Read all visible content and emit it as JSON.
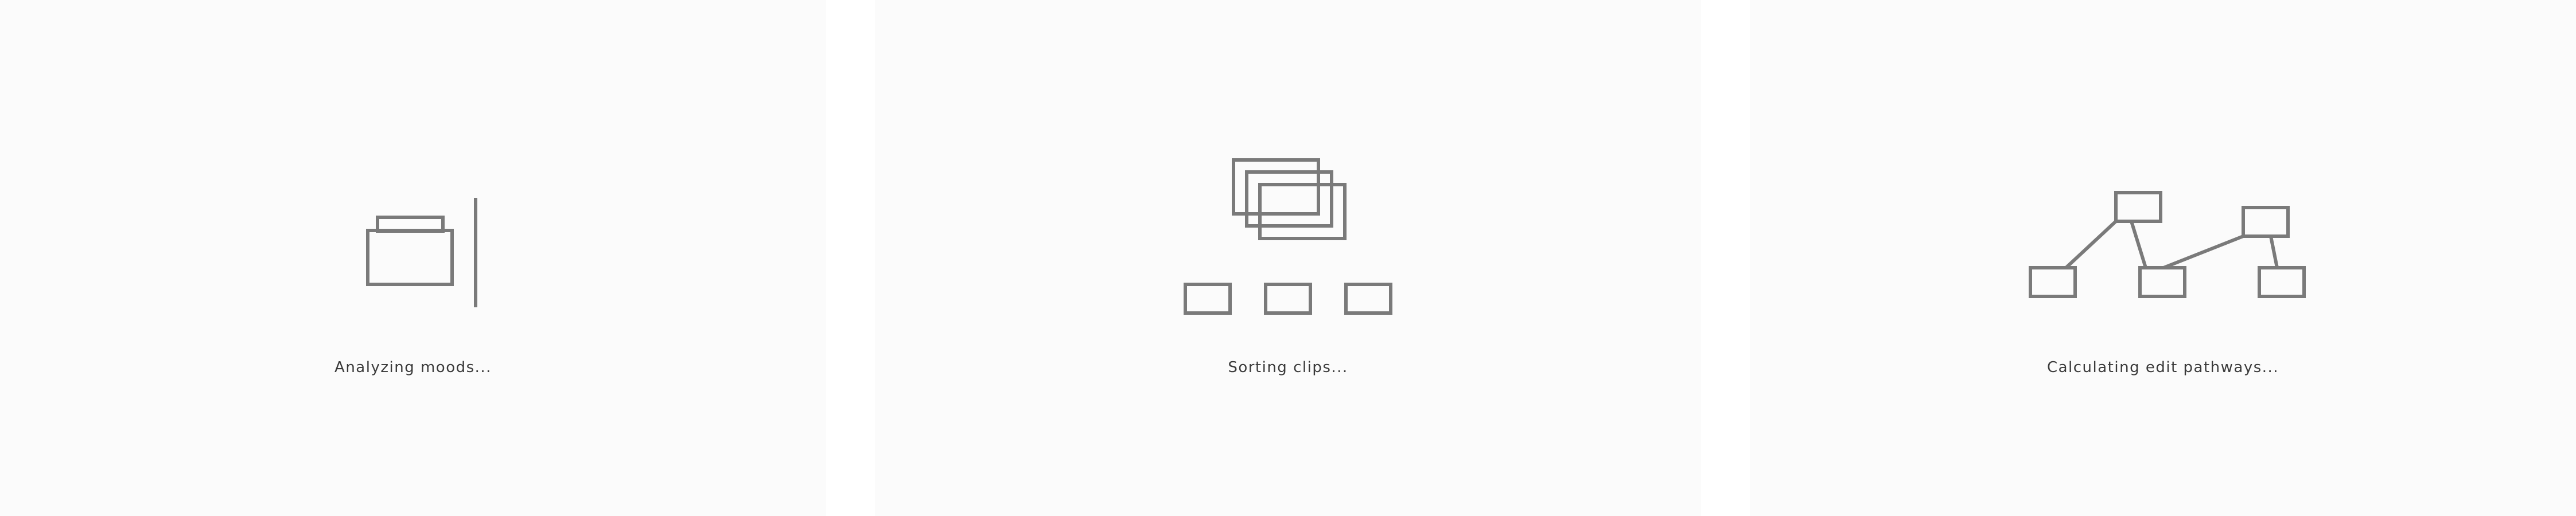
{
  "colors": {
    "panel_background": "#fbfbfb",
    "icon_stroke": "#7a7a7a",
    "caption_text": "#3a3a3a"
  },
  "panels": [
    {
      "icon": "mood-analysis-icon",
      "caption": "Analyzing moods..."
    },
    {
      "icon": "clip-sorting-icon",
      "caption": "Sorting clips..."
    },
    {
      "icon": "edit-pathway-graph-icon",
      "caption": "Calculating edit pathways..."
    }
  ]
}
